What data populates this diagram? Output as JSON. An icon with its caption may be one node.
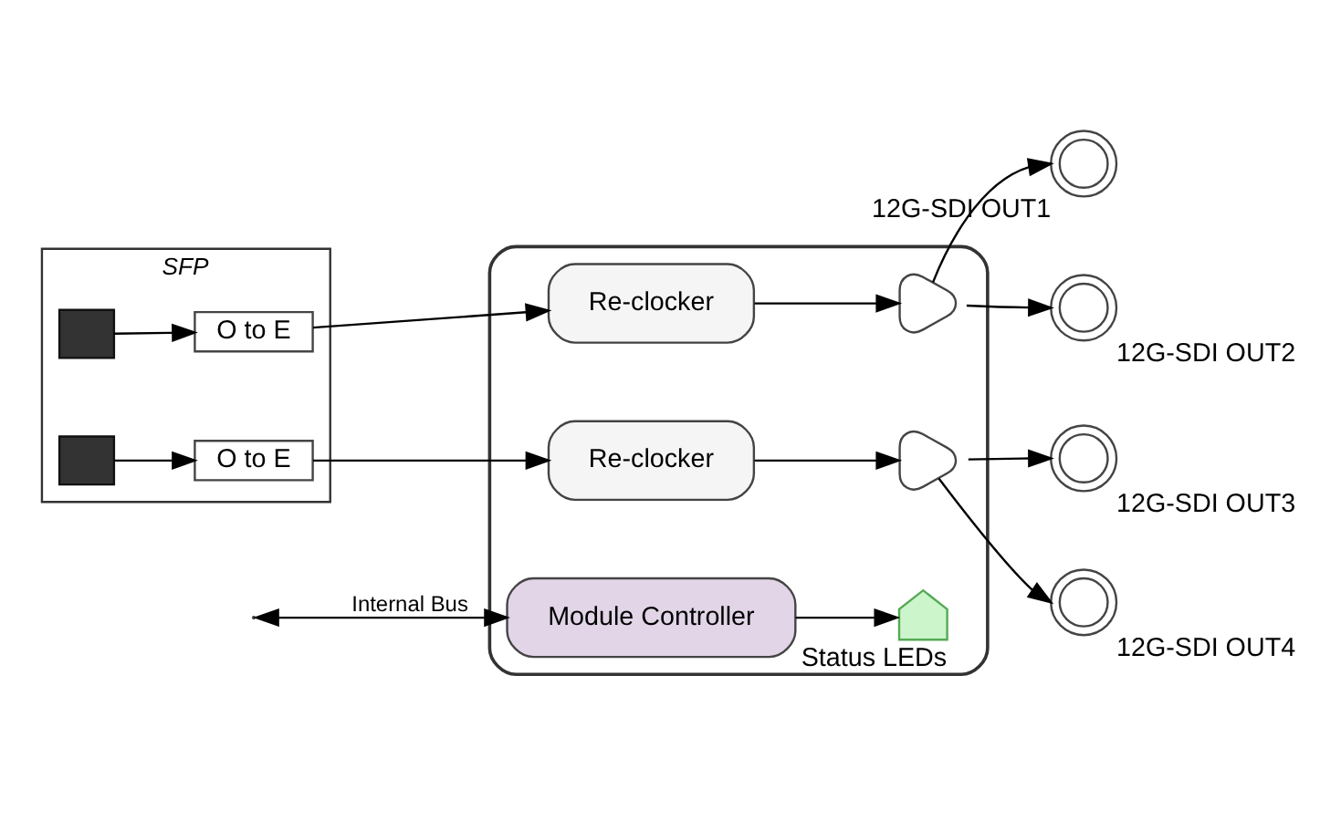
{
  "diagram": {
    "nodes": [
      {
        "text": [],
        "shape": "box"
      },
      {
        "text": [
          "SFP"
        ]
      },
      {
        "text": [],
        "shape": "connector",
        "in": 1
      },
      {
        "text": [],
        "shape": "connector",
        "in": 1
      },
      {
        "text": [
          "O to E"
        ],
        "in": 1
      },
      {
        "text": [
          "O to E"
        ],
        "in": 1
      },
      {
        "text": [
          "Re-clocker"
        ],
        "in": 0
      },
      {
        "text": [
          "Re-clocker"
        ],
        "in": 0
      },
      {
        "text": [],
        "shape": "triangle",
        "in": 0
      },
      {
        "text": [],
        "shape": "triangle",
        "in": 0
      },
      {
        "text": [],
        "shape": "circle",
        "beside": [
          "12G-SDI OUT1"
        ]
      },
      {
        "text": [],
        "shape": "circle",
        "beside": [
          "12G-SDI OUT2"
        ]
      },
      {
        "text": [],
        "shape": "circle",
        "beside": [
          "12G-SDI OUT3"
        ]
      },
      {
        "text": [],
        "shape": "circle",
        "beside": [
          "12G-SDI OUT4"
        ]
      },
      {
        "text": [
          "Module Controller"
        ],
        "in": 0
      },
      {
        "text": [],
        "shape": "led",
        "in": 0,
        "beside": [
          "Status LEDs"
        ]
      }
    ],
    "edges": [
      {
        "from": 2,
        "to": 4,
        "arrow": "to"
      },
      {
        "from": 3,
        "to": 5,
        "arrow": "to"
      },
      {
        "from": 4,
        "to": 6,
        "arrow": "to"
      },
      {
        "from": 5,
        "to": 7,
        "arrow": "to"
      },
      {
        "from": 6,
        "to": 8,
        "arrow": "to"
      },
      {
        "from": 7,
        "to": 9,
        "arrow": "to"
      },
      {
        "from": 8,
        "to": 10,
        "arrow": "to"
      },
      {
        "from": 8,
        "to": 11,
        "arrow": "to"
      },
      {
        "from": 9,
        "to": 12,
        "arrow": "to"
      },
      {
        "from": 9,
        "to": 13,
        "arrow": "to"
      },
      {
        "from": null,
        "to": 14,
        "arrow": "both",
        "label": "Internal Bus"
      },
      {
        "from": 14,
        "to": 15,
        "arrow": "to"
      }
    ]
  }
}
